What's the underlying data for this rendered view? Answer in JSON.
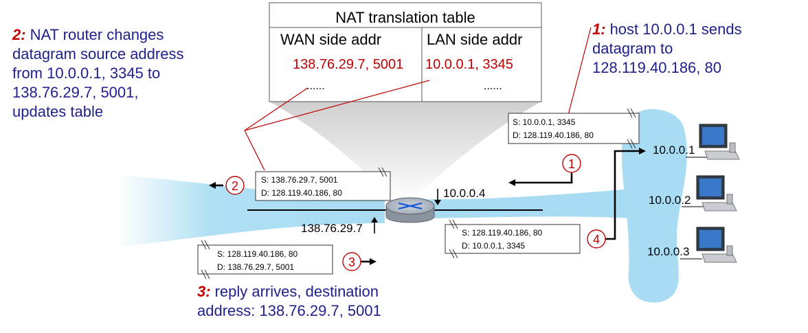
{
  "nat_table": {
    "title": "NAT translation table",
    "col_wan": "WAN side addr",
    "col_lan": "LAN side addr",
    "row_wan": "138.76.29.7, 5001",
    "row_lan": "10.0.0.1, 3345",
    "ellipsis_wan": "......",
    "ellipsis_lan": "......"
  },
  "step1": {
    "num": "1:",
    "text": [
      "host 10.0.0.1 sends",
      "datagram to",
      "128.119.40.186, 80"
    ]
  },
  "step2": {
    "num": "2:",
    "first": "NAT router changes",
    "text": [
      "datagram source address",
      "from 10.0.0.1, 3345 to",
      "138.76.29.7, 5001,",
      "updates table"
    ]
  },
  "step3": {
    "num": "3:",
    "first": "reply arrives, destination",
    "second": "address: 138.76.29.7, 5001"
  },
  "packets": {
    "p1": {
      "s": "S: 10.0.0.1, 3345",
      "d": "D: 128.119.40.186, 80"
    },
    "p2": {
      "s": "S: 138.76.29.7, 5001",
      "d": "D: 128.119.40.186, 80"
    },
    "p3": {
      "s": "S: 128.119.40.186, 80",
      "d": "D: 138.76.29.7, 5001"
    },
    "p4": {
      "s": "S: 128.119.40.186, 80",
      "d": "D: 10.0.0.1, 3345"
    }
  },
  "badges": {
    "b1": "1",
    "b2": "2",
    "b3": "3",
    "b4": "4"
  },
  "addresses": {
    "router_lan": "10.0.0.4",
    "router_wan": "138.76.29.7",
    "host1": "10.0.0.1",
    "host2": "10.0.0.2",
    "host3": "10.0.0.3"
  },
  "colors": {
    "number_red": "#c00000",
    "text_blue": "#1f1f8c",
    "lan_cloud": "#a7dcf3",
    "line_red": "#c00000"
  }
}
